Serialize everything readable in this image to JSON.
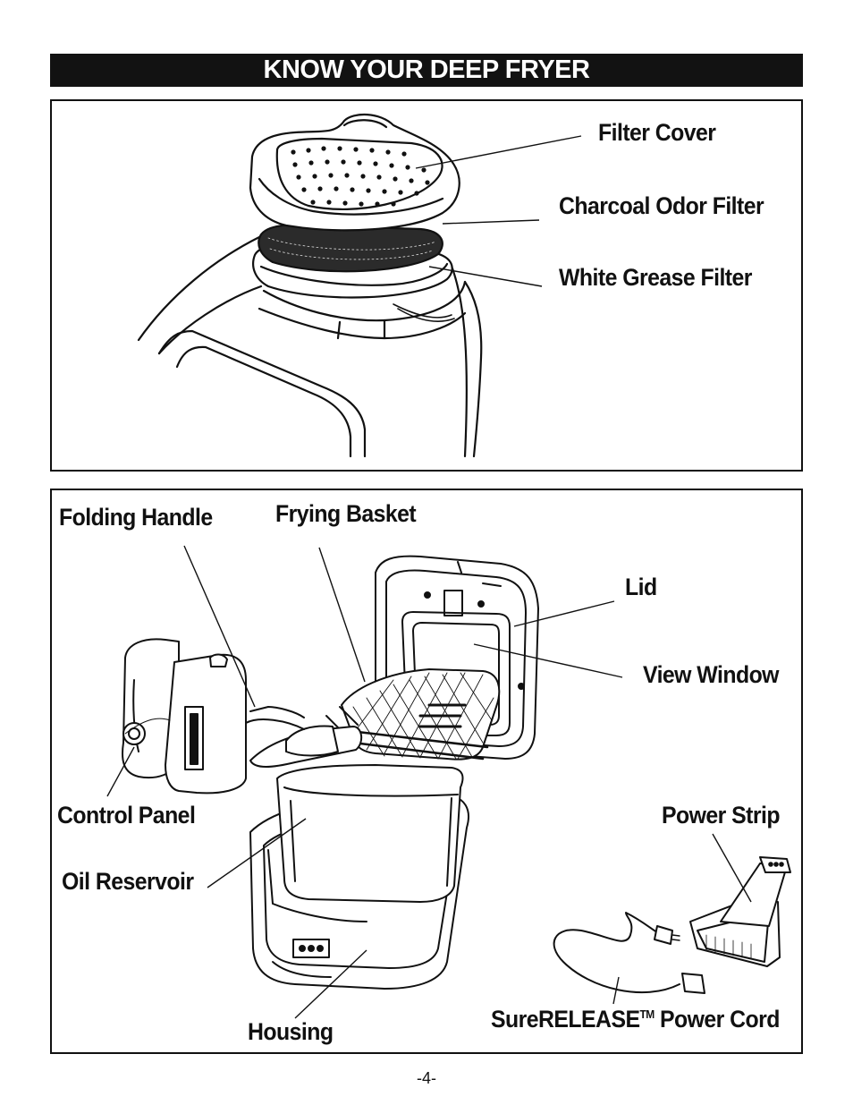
{
  "header": {
    "title": "KNOW YOUR DEEP FRYER"
  },
  "top_diagram": {
    "labels": {
      "filter_cover": "Filter Cover",
      "charcoal_filter": "Charcoal Odor Filter",
      "grease_filter": "White Grease Filter"
    }
  },
  "bottom_diagram": {
    "labels": {
      "folding_handle": "Folding Handle",
      "frying_basket": "Frying Basket",
      "lid": "Lid",
      "view_window": "View Window",
      "control_panel": "Control Panel",
      "power_strip": "Power Strip",
      "oil_reservoir": "Oil Reservoir",
      "housing": "Housing",
      "power_cord_brand": "SureRELEASE",
      "power_cord_tm": "TM",
      "power_cord_suffix": " Power Cord"
    }
  },
  "footer": {
    "page_number": "-4-"
  }
}
